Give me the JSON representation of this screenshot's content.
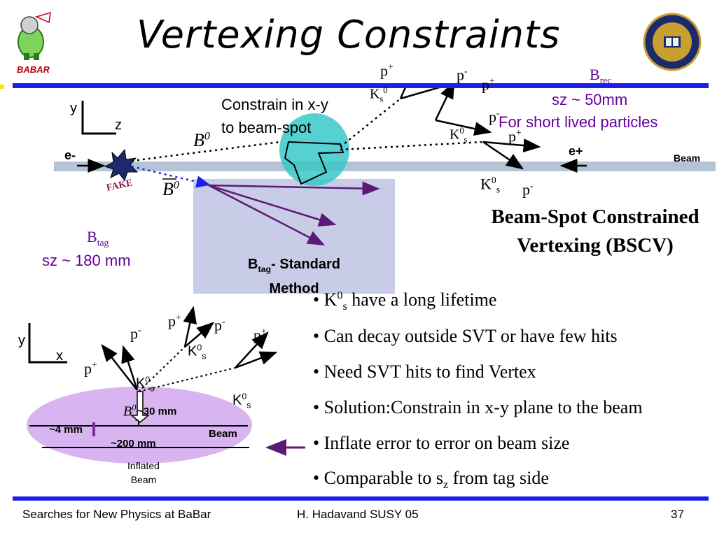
{
  "header": {
    "title": "Vertexing Constraints",
    "logo_text": "BABAR"
  },
  "top_diagram": {
    "labels": {
      "y": "y",
      "z": "z",
      "e_minus": "e-",
      "e_plus": "e+",
      "beam": "Beam",
      "constrain_line1": "Constrain in x-y",
      "constrain_line2": "to beam-spot",
      "b0": "B",
      "b0_sup": "0",
      "b0bar": "B",
      "b0bar_sup": "0",
      "p_plus_1": "p",
      "p_minus_1": "p",
      "p_plus_2": "p",
      "p_minus_2": "p",
      "p_plus_3": "p",
      "p_minus_3": "p",
      "k0s_1": "K",
      "k0s_2": "K",
      "k0s_3": "K",
      "sup_plus": "+",
      "sup_minus": "-",
      "sup_zero": "0",
      "sub_s": "s",
      "brec": "B",
      "brec_sub": "rec",
      "brec_sigma": "sz ~  50mm",
      "short_lived": "For short lived particles",
      "btag": "B",
      "btag_sub": "tag",
      "btag_sigma": "sz ~ 180 mm",
      "btag_box_line1": "B",
      "btag_box_sub": "tag",
      "btag_box_rest": "- Standard",
      "btag_box_line2": "Method",
      "stamp": "FAKE"
    }
  },
  "bscv_title": "Beam-Spot Constrained Vertexing (BSCV)",
  "bullets": [
    {
      "pre": "K",
      "sup": "0",
      "sub": "s",
      "post": " have a long lifetime"
    },
    {
      "text": "• Can decay outside SVT or have few hits"
    },
    {
      "text": "• Need SVT hits to find Vertex"
    },
    {
      "text": "• Solution:Constrain in x-y plane to the beam"
    },
    {
      "text": "• Inflate error to error on beam size"
    },
    {
      "pre": "• Comparable to s",
      "sub": "z",
      "post": " from tag side"
    }
  ],
  "bottom_diagram": {
    "y": "y",
    "x": "x",
    "p_plus_a": "p",
    "p_minus_a": "p",
    "p_plus_b": "p",
    "p_minus_b": "p",
    "p_plus_c": "p",
    "k0s_a": "K",
    "k0s_b": "K",
    "k0s_c": "K",
    "b0": "B",
    "b0_size": "~30 mm",
    "width_4": "~4 mm",
    "width_200": "~200 mm",
    "beam": "Beam",
    "inflated_1": "Inflated",
    "inflated_2": "Beam"
  },
  "footer": {
    "left": "Searches for New Physics at BaBar",
    "center": "H. Hadavand  SUSY 05",
    "page": "37"
  },
  "colors": {
    "bar_blue": "#1e1ee6",
    "purple": "#660099",
    "beam_grey": "#b4c3d6",
    "box_lavender": "#c8cce6",
    "spot_teal": "#38c8c8",
    "ellipse_purple": "#d8b4f0"
  }
}
